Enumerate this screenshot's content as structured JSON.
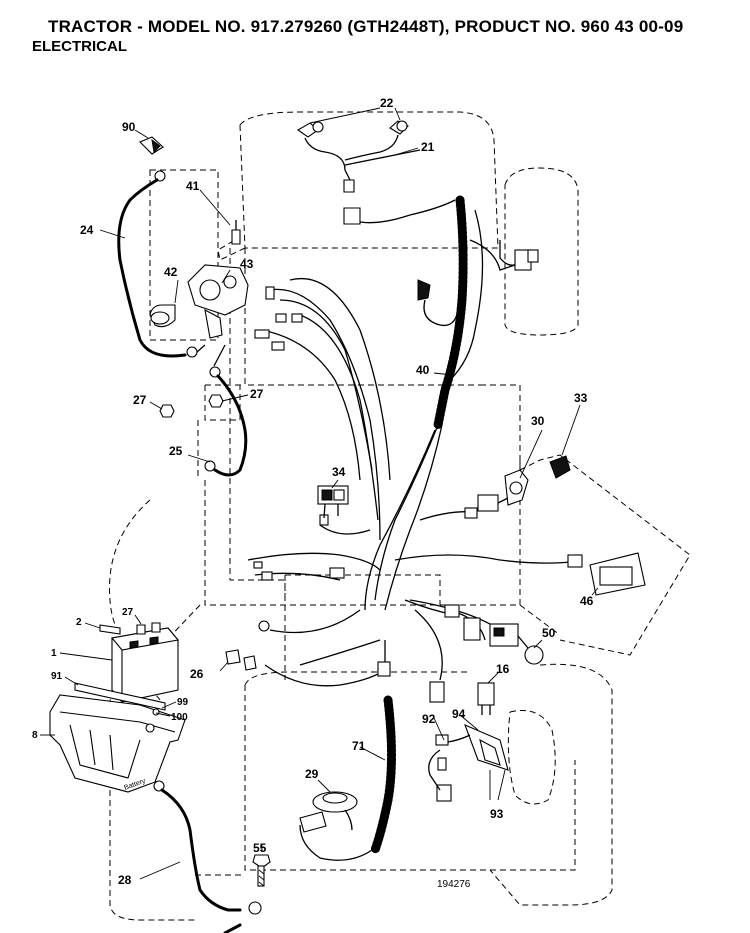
{
  "header": {
    "title": "TRACTOR - MODEL NO. 917.279260 (GTH2448T), PRODUCT NO. 960 43 00-09",
    "subtitle": "ELECTRICAL"
  },
  "diagram_number": "194276",
  "battery_label": "Battery",
  "callouts": {
    "c1": "1",
    "c2": "2",
    "c8": "8",
    "c16": "16",
    "c21": "21",
    "c22": "22",
    "c24": "24",
    "c25": "25",
    "c26": "26",
    "c27a": "27",
    "c27b": "27",
    "c27c": "27",
    "c28": "28",
    "c29": "29",
    "c30": "30",
    "c33": "33",
    "c34": "34",
    "c40": "40",
    "c41": "41",
    "c42": "42",
    "c43": "43",
    "c46": "46",
    "c50": "50",
    "c55": "55",
    "c71": "71",
    "c90": "90",
    "c91": "91",
    "c92": "92",
    "c93": "93",
    "c94": "94",
    "c99": "99",
    "c100": "100"
  }
}
